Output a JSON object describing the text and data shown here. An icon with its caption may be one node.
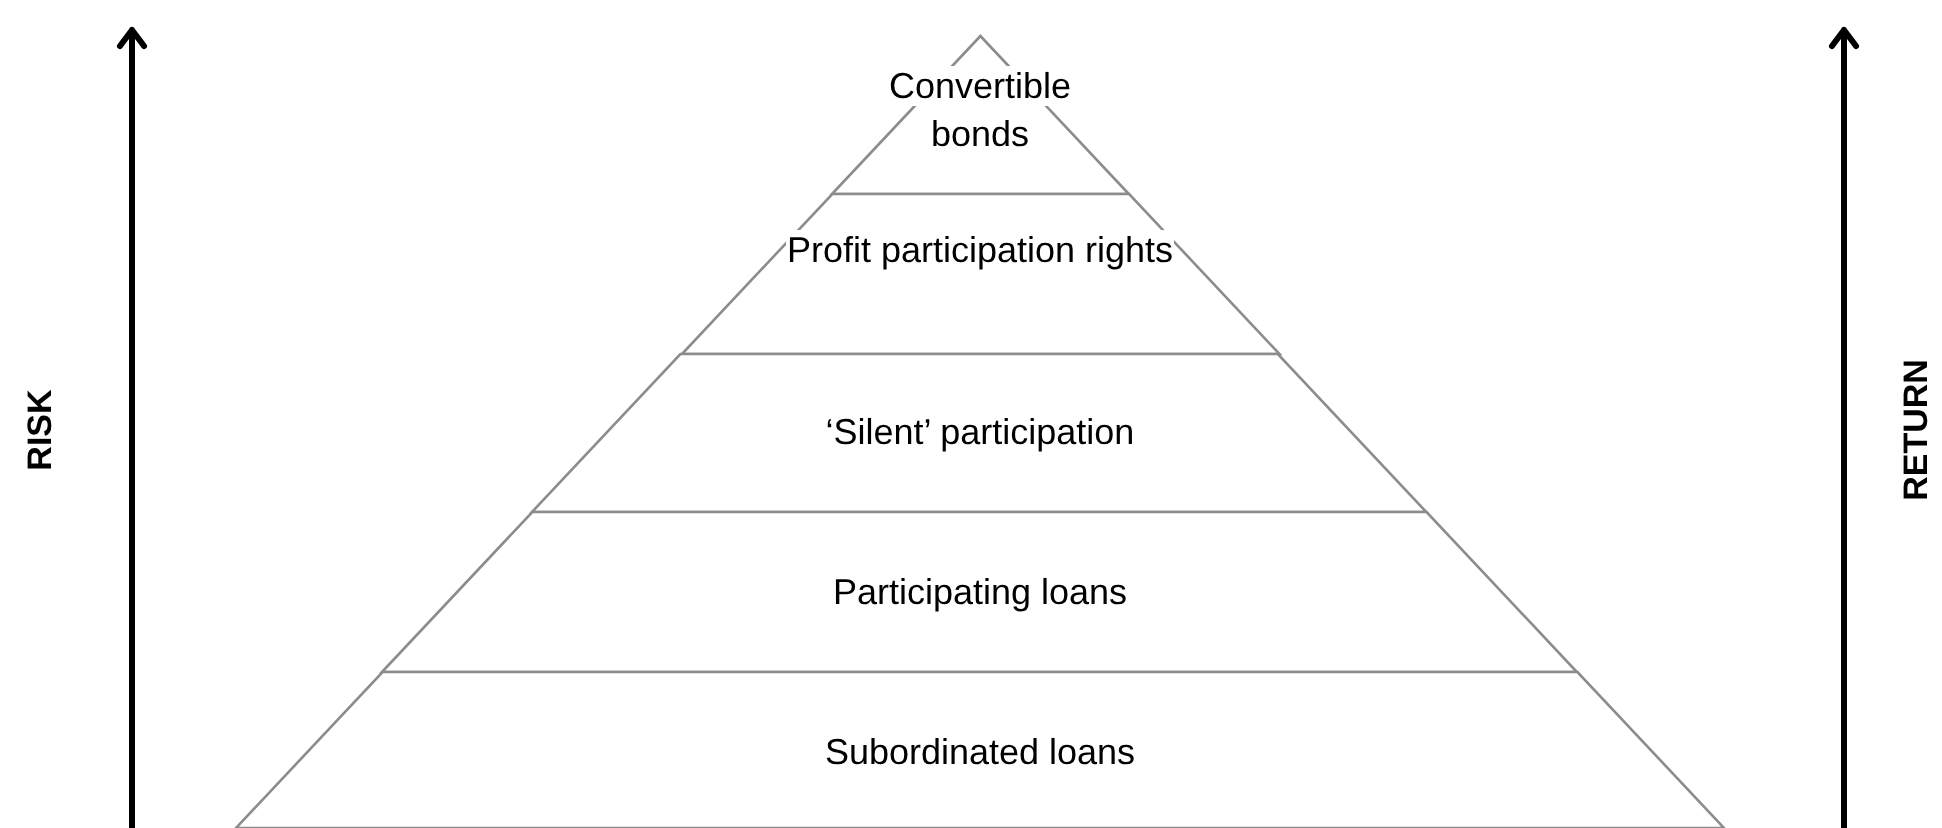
{
  "diagram": {
    "nodes": [
      {
        "text": [
          "Convertible bonds"
        ]
      },
      {
        "text": [
          "Profit participation rights"
        ]
      },
      {
        "text": [
          "‘Silent’ participation"
        ]
      },
      {
        "text": [
          "Participating loans"
        ]
      },
      {
        "text": [
          "Subordinated loans"
        ]
      }
    ],
    "labels": [
      "RISK",
      "RETURN"
    ]
  }
}
